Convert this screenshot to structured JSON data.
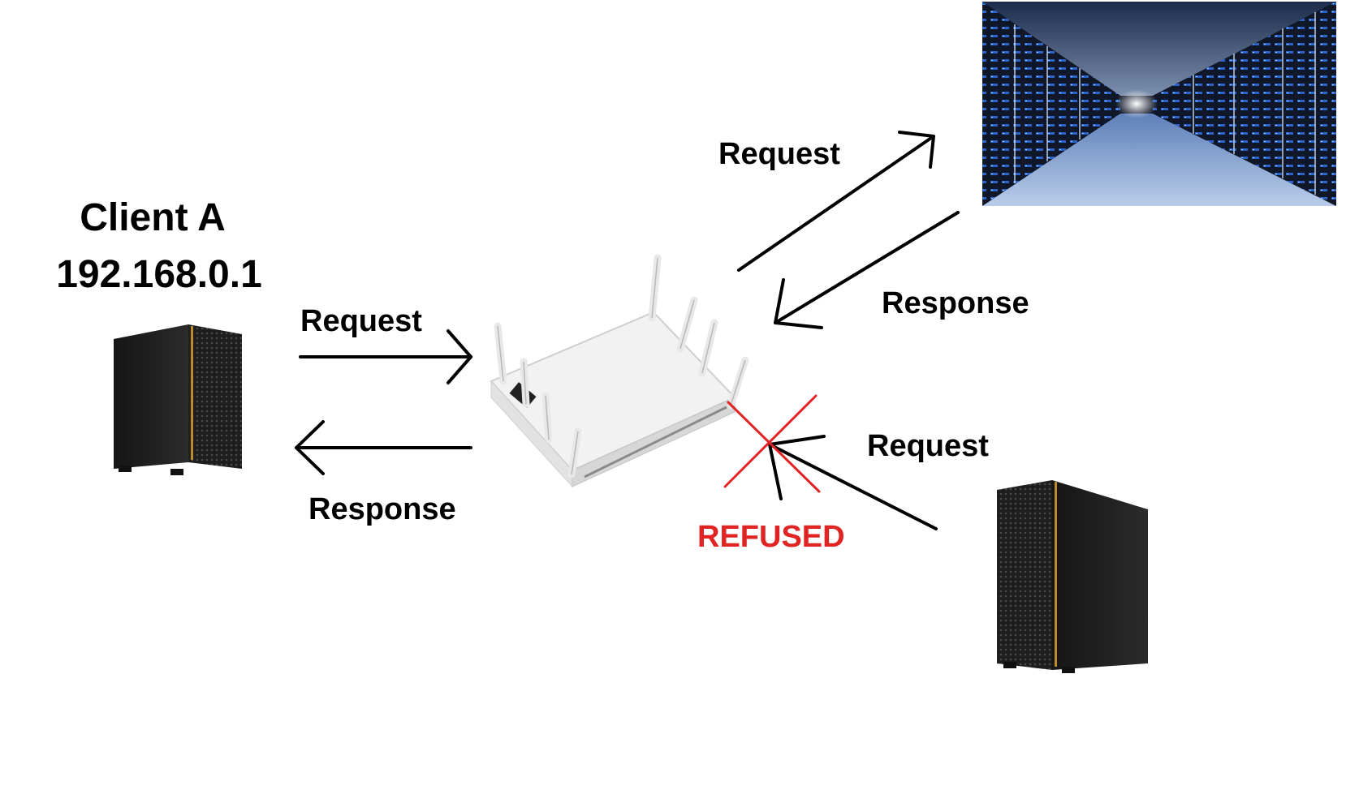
{
  "client_a": {
    "name": "Client A",
    "ip": "192.168.0.1"
  },
  "edges": {
    "client_to_router_request": "Request",
    "router_to_client_response": "Response",
    "router_to_server_request": "Request",
    "server_to_router_response": "Response",
    "other_client_request": "Request"
  },
  "refused_label": "REFUSED",
  "colors": {
    "arrow": "#000000",
    "refused": "#e02424",
    "text": "#000000"
  },
  "icons": {
    "client_a": "desktop-tower-icon",
    "router": "wifi-router-icon",
    "server": "datacenter-icon",
    "other_client": "desktop-tower-icon",
    "refused_mark": "cross-icon"
  }
}
